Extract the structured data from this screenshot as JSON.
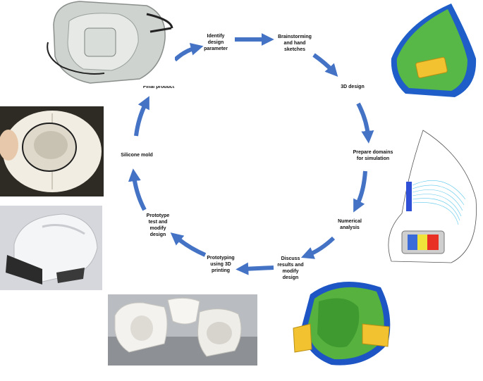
{
  "cycle": {
    "steps": [
      {
        "label": "Identify\ndesign\nparameter"
      },
      {
        "label": "Brainstorming\nand hand\nsketches"
      },
      {
        "label": "3D design"
      },
      {
        "label": "Prepare domains\nfor simulation"
      },
      {
        "label": "Numerical\nanalysis"
      },
      {
        "label": "Discuss\nresults and\nmodify\ndesign"
      },
      {
        "label": "Prototyping\nusing 3D\nprinting"
      },
      {
        "label": "Prototype\ntest and\nmodify\ndesign"
      },
      {
        "label": "Silicone mold"
      },
      {
        "label": "Final product"
      }
    ],
    "arrow_color": "#4472c4"
  },
  "images": [
    {
      "name": "final-product-mask-photo"
    },
    {
      "name": "silicone-mold-photo"
    },
    {
      "name": "prototype-test-photo"
    },
    {
      "name": "3d-printed-parts-photo"
    },
    {
      "name": "3d-design-render-side"
    },
    {
      "name": "simulation-flow-render"
    },
    {
      "name": "modified-design-render"
    }
  ]
}
